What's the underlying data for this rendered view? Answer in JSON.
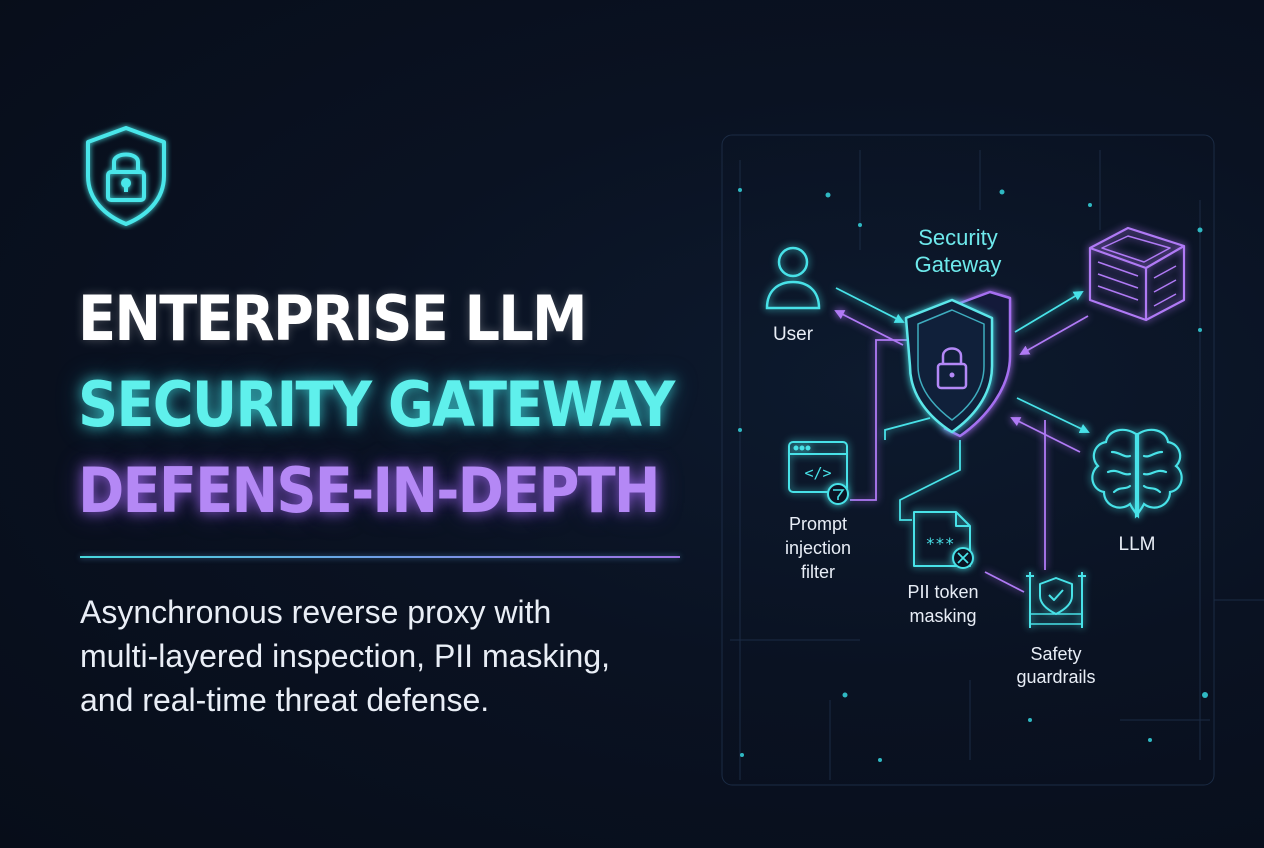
{
  "header": {
    "title_line1": "ENTERPRISE LLM",
    "title_line2": "SECURITY GATEWAY",
    "title_line3": "DEFENSE-IN-DEPTH",
    "subtitle_line1": "Asynchronous reverse proxy with",
    "subtitle_line2": "multi-layered inspection, PII masking,",
    "subtitle_line3": "and real-time threat defense."
  },
  "diagram": {
    "gateway_line1": "Security",
    "gateway_line2": "Gateway",
    "user_label": "User",
    "llm_label": "LLM",
    "prompt_filter_line1": "Prompt",
    "prompt_filter_line2": "injection",
    "prompt_filter_line3": "filter",
    "pii_line1": "PII token",
    "pii_line2": "masking",
    "guardrails_line1": "Safety",
    "guardrails_line2": "guardrails",
    "prompt_icon_glyph": "</>",
    "pii_icon_glyph": "***"
  },
  "icons": {
    "logo": "shield-lock-icon",
    "user": "user-icon",
    "server": "server-cube-icon",
    "brain": "brain-icon",
    "gateway": "shield-lock-icon",
    "prompt_filter": "code-window-filter-icon",
    "pii": "document-mask-icon",
    "guardrails": "shield-check-rails-icon"
  },
  "colors": {
    "background": "#070d19",
    "cyan": "#48e2e8",
    "purple": "#b07af5",
    "white": "#ffffff"
  }
}
